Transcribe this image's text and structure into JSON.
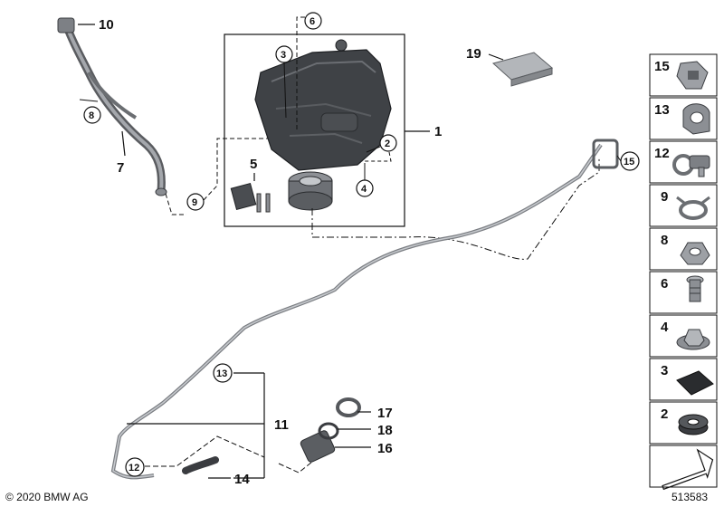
{
  "callouts": {
    "c1": "1",
    "c2": "2",
    "c3": "3",
    "c4": "4",
    "c5": "5",
    "c6": "6",
    "c7": "7",
    "c8": "8",
    "c9": "9",
    "c10": "10",
    "c11": "11",
    "c12": "12",
    "c13": "13",
    "c14": "14",
    "c15": "15",
    "c16": "16",
    "c17": "17",
    "c18": "18",
    "c19": "19"
  },
  "sidebar": {
    "items": [
      {
        "label": "15",
        "icon": "clip-icon"
      },
      {
        "label": "13",
        "icon": "clamp-clip-icon"
      },
      {
        "label": "12",
        "icon": "hose-clamp-screw-icon"
      },
      {
        "label": "9",
        "icon": "spring-clamp-icon"
      },
      {
        "label": "8",
        "icon": "hex-nut-icon"
      },
      {
        "label": "6",
        "icon": "screw-icon"
      },
      {
        "label": "4",
        "icon": "collar-nut-icon"
      },
      {
        "label": "3",
        "icon": "foam-pad-icon"
      },
      {
        "label": "2",
        "icon": "rubber-grommet-icon"
      }
    ],
    "footer_icon": "arrow-icon"
  },
  "footer": {
    "copyright": "© 2020 BMW AG",
    "diagram_id": "513583"
  }
}
